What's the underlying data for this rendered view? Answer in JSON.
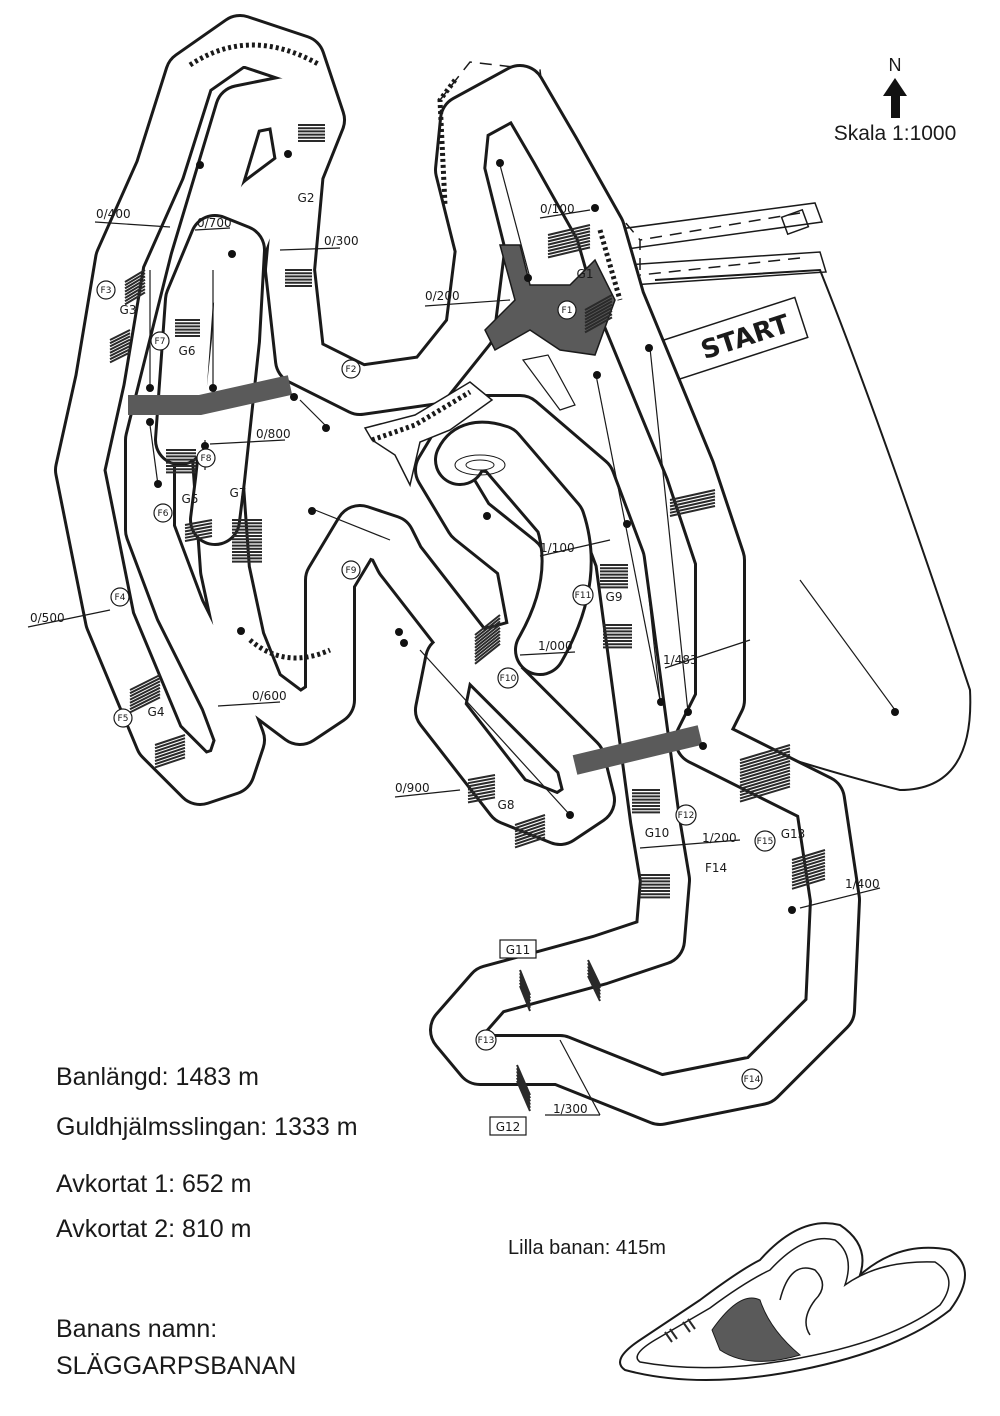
{
  "compass": {
    "north_label": "N",
    "scale": "Skala 1:1000"
  },
  "start_label": "START",
  "info": {
    "banlangd": "Banlängd: 1483 m",
    "guldhjalm": "Guldhjälmsslingan: 1333 m",
    "avkortat1": "Avkortat 1: 652 m",
    "avkortat2": "Avkortat 2: 810 m",
    "banans_namn_label": "Banans namn:",
    "banans_namn": "SLÄGGARPSBANAN"
  },
  "lilla_banan": "Lilla banan: 415m",
  "distance_markers": {
    "m0_100": "0/100",
    "m0_200": "0/200",
    "m0_300": "0/300",
    "m0_400": "0/400",
    "m0_500": "0/500",
    "m0_600": "0/600",
    "m0_700": "0/700",
    "m0_800": "0/800",
    "m0_900": "0/900",
    "m1_000": "1/000",
    "m1_100": "1/100",
    "m1_200": "1/200",
    "m1_300": "1/300",
    "m1_400": "1/400",
    "m1_483": "1/483"
  },
  "gates": {
    "g1": "G1",
    "g2": "G2",
    "g3": "G3",
    "g4": "G4",
    "g5": "G5",
    "g6": "G6",
    "g7": "G7",
    "g8": "G8",
    "g9": "G9",
    "g10": "G10",
    "g11": "G11",
    "g12": "G12",
    "g13": "G13"
  },
  "flags": {
    "f1": "F1",
    "f2": "F2",
    "f3": "F3",
    "f4": "F4",
    "f5": "F5",
    "f6": "F6",
    "f7": "F7",
    "f8": "F8",
    "f9": "F9",
    "f10": "F10",
    "f11": "F11",
    "f12": "F12",
    "f13": "F13",
    "f14a": "F14",
    "f14b": "F14",
    "f15": "F15"
  },
  "colors": {
    "track_edge": "#1a1a1a",
    "shortcut": "#5a5a5a",
    "background": "#ffffff"
  }
}
